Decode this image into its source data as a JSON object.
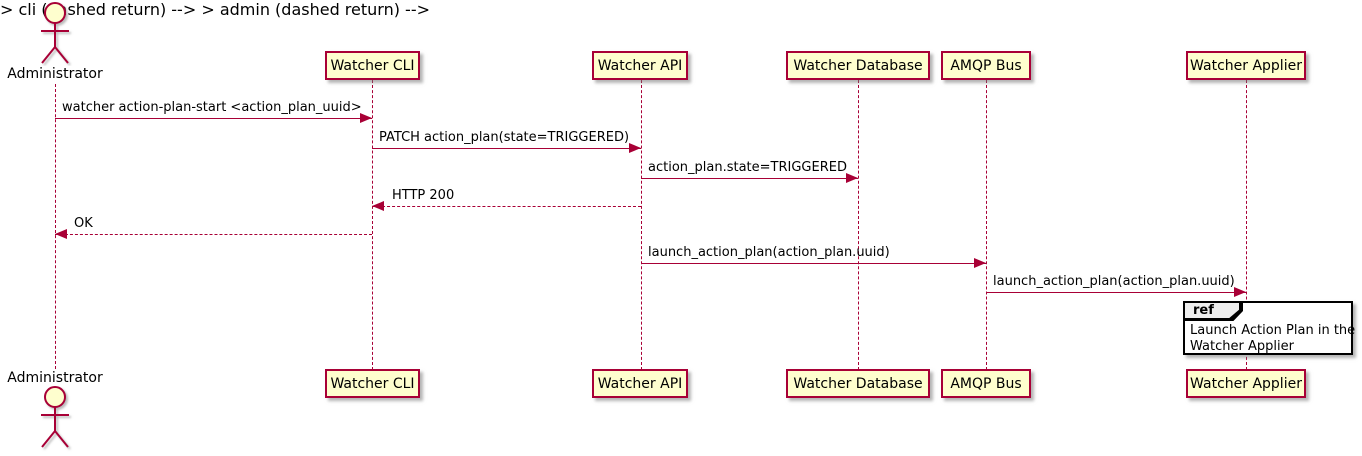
{
  "diagram": {
    "type": "sequence",
    "actor": {
      "label": "Administrator"
    },
    "participants": [
      {
        "label": "Watcher CLI"
      },
      {
        "label": "Watcher API"
      },
      {
        "label": "Watcher Database"
      },
      {
        "label": "AMQP Bus"
      },
      {
        "label": "Watcher Applier"
      }
    ],
    "messages": [
      {
        "from": "Administrator",
        "to": "Watcher CLI",
        "label": "watcher action-plan-start <action_plan_uuid>",
        "style": "solid",
        "direction": "right"
      },
      {
        "from": "Watcher CLI",
        "to": "Watcher API",
        "label": "PATCH action_plan(state=TRIGGERED)",
        "style": "solid",
        "direction": "right"
      },
      {
        "from": "Watcher API",
        "to": "Watcher Database",
        "label": "action_plan.state=TRIGGERED",
        "style": "solid",
        "direction": "right"
      },
      {
        "from": "Watcher API",
        "to": "Watcher CLI",
        "label": "HTTP 200",
        "style": "dashed",
        "direction": "left"
      },
      {
        "from": "Watcher CLI",
        "to": "Administrator",
        "label": "OK",
        "style": "dashed",
        "direction": "left"
      },
      {
        "from": "Watcher API",
        "to": "AMQP Bus",
        "label": "launch_action_plan(action_plan.uuid)",
        "style": "solid",
        "direction": "right"
      },
      {
        "from": "AMQP Bus",
        "to": "Watcher Applier",
        "label": "launch_action_plan(action_plan.uuid)",
        "style": "solid",
        "direction": "right"
      }
    ],
    "ref": {
      "keyword": "ref",
      "over": "Watcher Applier",
      "lines": [
        "Launch Action Plan in the",
        "Watcher Applier"
      ],
      "text": "Launch Action Plan in the Watcher Applier"
    },
    "colors": {
      "participant_fill": "#FEFECE",
      "line_and_border": "#A80036",
      "text": "#000000",
      "ref_border": "#000000",
      "ref_header_fill": "#EEEEEE",
      "background": "#FFFFFF"
    }
  }
}
